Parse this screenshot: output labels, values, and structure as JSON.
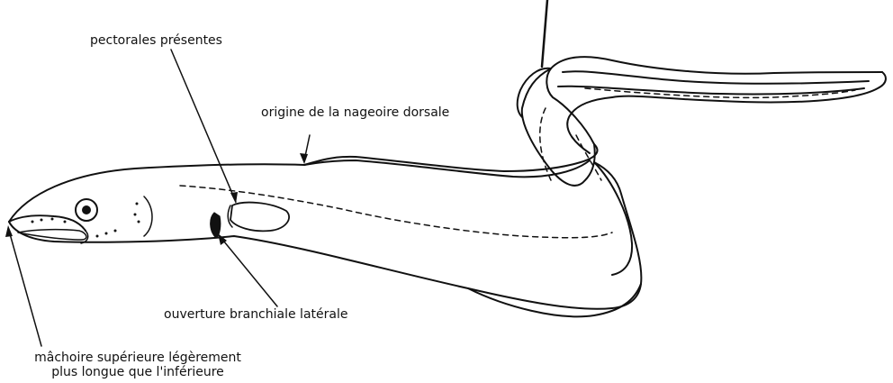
{
  "labels": {
    "pectorales": "pectorales présentes",
    "dorsale": "origine de la nageoire dorsale",
    "branchiale": "ouverture branchiale latérale",
    "machoire_line1": "mâchoire supérieure légèrement",
    "machoire_line2": "plus longue que l'inférieure"
  },
  "colors": {
    "ink": "#111111",
    "background": "#ffffff"
  }
}
